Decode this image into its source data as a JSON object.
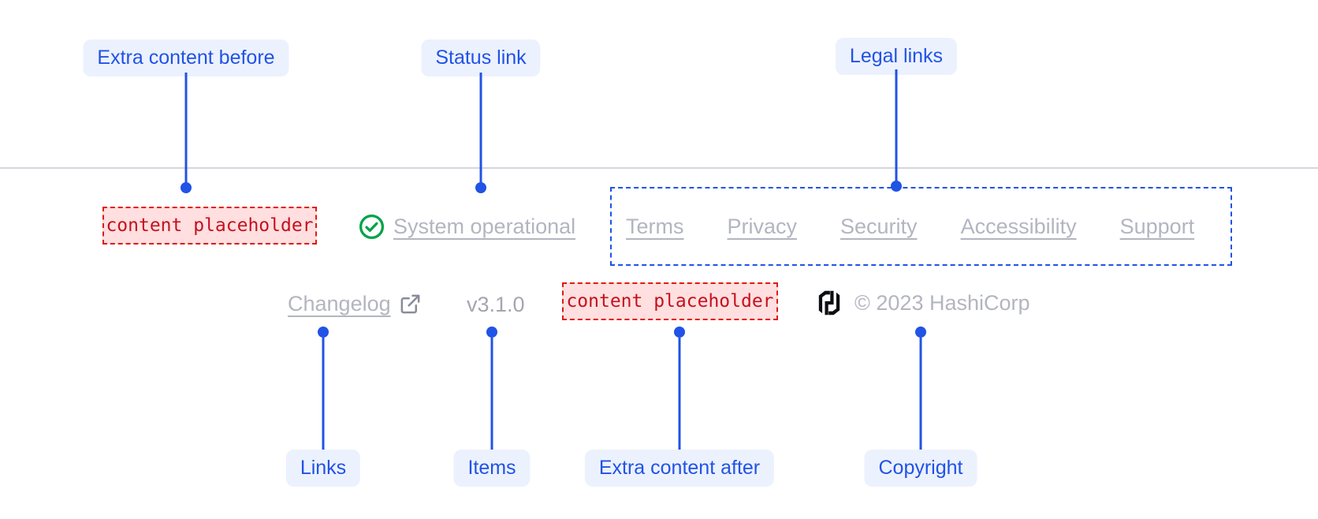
{
  "annotations": {
    "extra_content_before": "Extra content before",
    "status_link": "Status link",
    "legal_links": "Legal links",
    "links": "Links",
    "items": "Items",
    "extra_content_after": "Extra content after",
    "copyright": "Copyright"
  },
  "footer": {
    "extra_content_before": "content placeholder",
    "status": {
      "label": "System operational",
      "icon": "check-circle-icon"
    },
    "legal": {
      "links": [
        "Terms",
        "Privacy",
        "Security",
        "Accessibility",
        "Support"
      ]
    },
    "links": [
      {
        "label": "Changelog",
        "icon": "external-link-icon"
      }
    ],
    "version": "v3.1.0",
    "extra_content_after": "content placeholder",
    "copyright": {
      "label": "© 2023 HashiCorp",
      "logo": "hashicorp-logo-icon"
    }
  },
  "colors": {
    "blue": "#2053e6",
    "pill_bg": "#ecf1fe",
    "link_gray": "#b3b5c0",
    "muted_gray": "#a4a6b0",
    "icon_gray": "#898c9b",
    "green": "#00a347",
    "red": "#c5101f",
    "red_border": "#df1b15",
    "pink": "#ffdfdf",
    "divider": "#d4d6dc",
    "logo": "#0d0e12"
  }
}
